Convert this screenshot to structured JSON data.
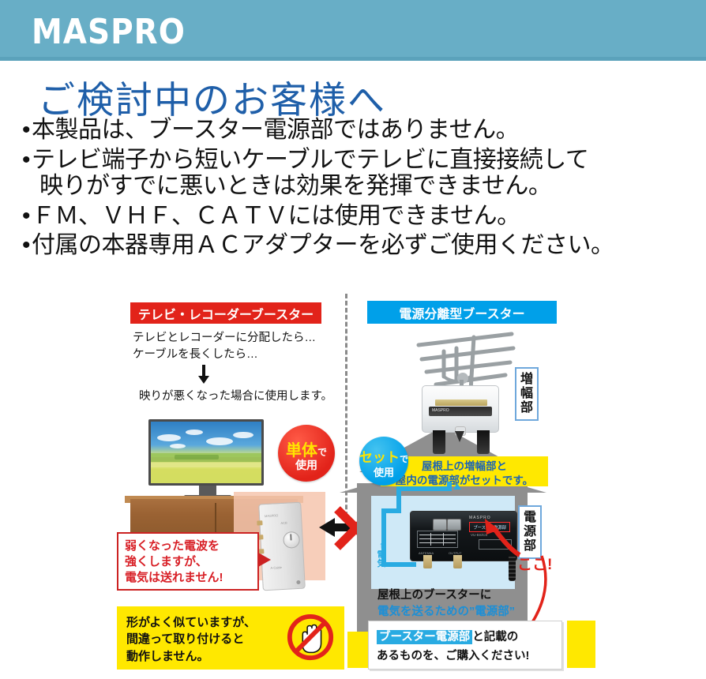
{
  "header": {
    "logo": "MASPRO",
    "bg_color": "#68aec6"
  },
  "headline": "ご検討中のお客様へ",
  "headline_color": "#1f5fa9",
  "bullets": [
    {
      "dot": "•",
      "line1": "本製品は、ブースター電源部ではありません。",
      "line2": ""
    },
    {
      "dot": "•",
      "line1": "テレビ端子から短いケーブルでテレビに直接接続して",
      "line2": "映りがすでに悪いときは効果を発揮できません。"
    },
    {
      "dot": "•",
      "line1": "ＦＭ、ＶＨＦ、ＣＡＴＶには使用できません。",
      "line2": ""
    },
    {
      "dot": "•",
      "line1": "付属の本器専用ＡＣアダプターを必ずご使用ください。",
      "line2": ""
    }
  ],
  "left_panel": {
    "banner": "テレビ・レコーダーブースター",
    "banner_color": "#e2231a",
    "note_line1": "テレビとレコーダーに分配したら…",
    "note_line2": "ケーブルを長くしたら…",
    "note_result": "映りが悪くなった場合に使用します。",
    "badge": {
      "main": "単体",
      "suffix": "で",
      "sub": "使用",
      "color": "#e2231a"
    },
    "bubble": {
      "line1": "弱くなった電波を",
      "line2": "強くしますが、",
      "line3": "電気は送れません!",
      "color": "#d81f26"
    },
    "warning": {
      "line1": "形がよく似ていますが、",
      "line2": "間違って取り付けると",
      "line3": "動作しません。",
      "bg": "#ffe800",
      "icon": "no-hand-icon"
    }
  },
  "right_panel": {
    "banner": "電源分離型ブースター",
    "banner_color": "#00a0e9",
    "label_amplifier": [
      "増",
      "幅",
      "部"
    ],
    "label_power": [
      "電",
      "源",
      "部"
    ],
    "badge": {
      "main": "セット",
      "suffix": "で",
      "sub": "使用",
      "color": "#00a0e9"
    },
    "setbox": {
      "line1": "屋根上の増幅部と",
      "line2": "屋内の電源部がセットです。",
      "bg": "#ffe800",
      "text_color": "#1c64b4"
    },
    "psu_label": "ブースター電源部",
    "psu_brand": "MASPRO",
    "psu_model": "VU-BS/CS",
    "here_label": "ここ!",
    "electricity_label": [
      "↑",
      "電",
      "気"
    ],
    "note_line1": "屋根上のブースターに",
    "note_line2": "電気を送るための”電源部”",
    "buybox": {
      "highlight": "ブースター電源部",
      "after": "と記載の",
      "line2": "あるものを、ご購入ください!"
    }
  },
  "center": {
    "x_mark": "red-x-icon",
    "arrows": "double-arrow-icon"
  }
}
